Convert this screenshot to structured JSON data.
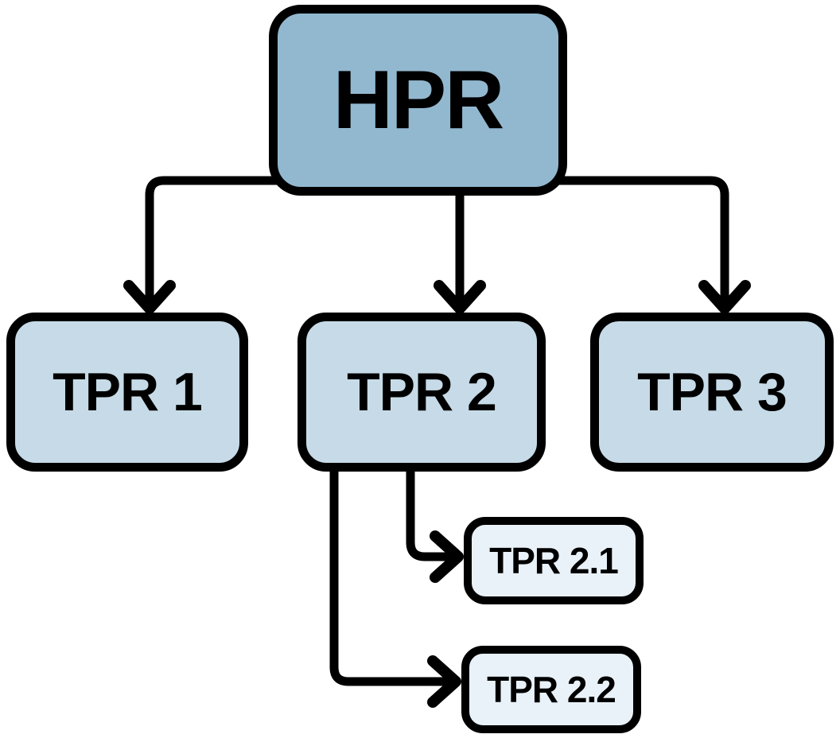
{
  "diagram": {
    "type": "hierarchy-flowchart",
    "nodes": {
      "hpr": {
        "label": "HPR",
        "level": "root"
      },
      "tpr1": {
        "label": "TPR 1",
        "level": "child"
      },
      "tpr2": {
        "label": "TPR 2",
        "level": "child"
      },
      "tpr3": {
        "label": "TPR 3",
        "level": "child"
      },
      "tpr21": {
        "label": "TPR 2.1",
        "level": "leaf"
      },
      "tpr22": {
        "label": "TPR 2.2",
        "level": "leaf"
      }
    },
    "edges": [
      {
        "from": "HPR",
        "to": "TPR 1"
      },
      {
        "from": "HPR",
        "to": "TPR 2"
      },
      {
        "from": "HPR",
        "to": "TPR 3"
      },
      {
        "from": "TPR 2",
        "to": "TPR 2.1"
      },
      {
        "from": "TPR 2",
        "to": "TPR 2.2"
      }
    ],
    "colors": {
      "root_fill": "#92b8d0",
      "child_fill": "#c6dbe7",
      "leaf_fill": "#e9f2f8",
      "stroke": "#000000",
      "background": "#ffffff"
    }
  }
}
